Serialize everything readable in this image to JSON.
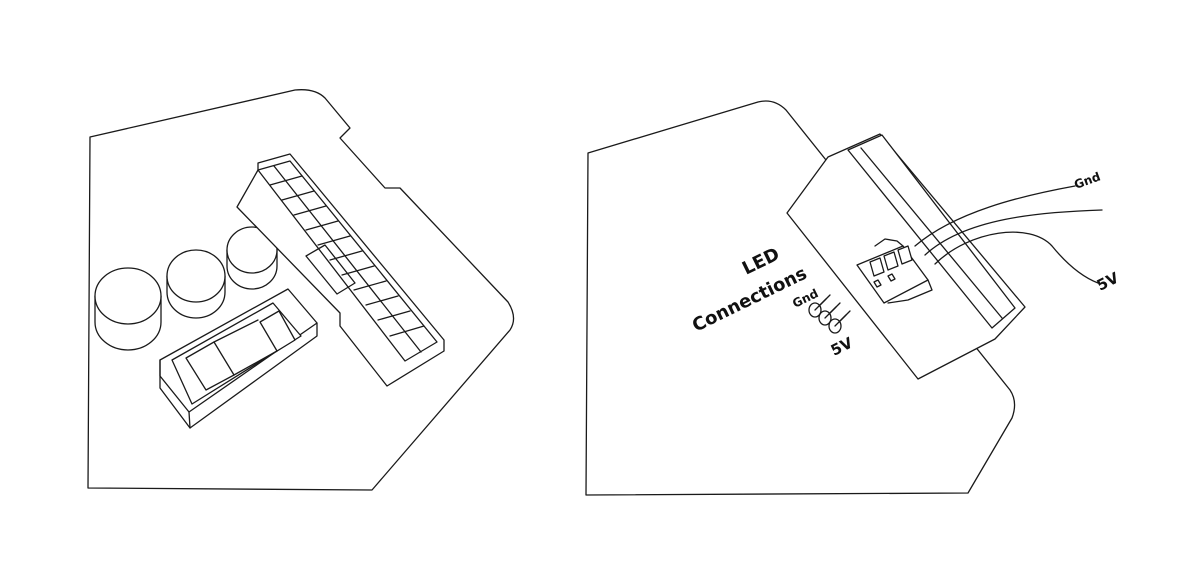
{
  "colors": {
    "stroke": "#1a1a1a",
    "background": "#ffffff",
    "text": "#111111"
  },
  "left_board": {
    "components": [
      "capacitor",
      "capacitor",
      "capacitor",
      "atx-connector",
      "switch"
    ]
  },
  "right_board": {
    "title_line1": "LED",
    "title_line2": "Connections",
    "header_gnd_label": "Gnd",
    "header_5v_label": "5V",
    "wire_gnd_label": "Gnd",
    "wire_5v_label": "5V"
  }
}
